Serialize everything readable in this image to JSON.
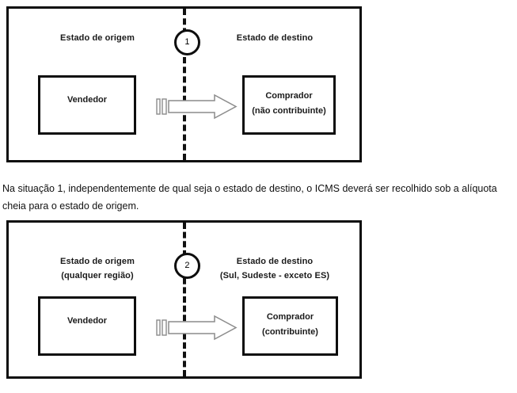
{
  "document": {
    "language": "pt-BR",
    "colors": {
      "stroke": "#0d0d0d",
      "text": "#1a1a1a",
      "background": "#ffffff",
      "arrow_outline": "#8c8c8c"
    }
  },
  "diagram_1": {
    "step_number": "1",
    "origin": {
      "label": "Estado de origem",
      "sublabel": "",
      "party_box": {
        "line1": "Vendedor",
        "line2": ""
      }
    },
    "destination": {
      "label": "Estado de destino",
      "sublabel": "",
      "party_box": {
        "line1": "Comprador",
        "line2": "(não contribuinte)"
      }
    },
    "arrow": {
      "icon": "block-arrow-right-icon",
      "direction": "left-to-right"
    },
    "divider": {
      "icon": "dashed-vertical-line-icon"
    }
  },
  "explanation": {
    "text": "Na situação 1, independentemente de qual seja o estado de destino, o ICMS deverá ser recolhido sob a alíquota cheia para o estado de origem."
  },
  "diagram_2": {
    "step_number": "2",
    "origin": {
      "label": "Estado de origem",
      "sublabel": "(qualquer região)",
      "party_box": {
        "line1": "Vendedor",
        "line2": ""
      }
    },
    "destination": {
      "label": "Estado de destino",
      "sublabel": "(Sul, Sudeste - exceto ES)",
      "party_box": {
        "line1": "Comprador",
        "line2": "(contribuinte)"
      }
    },
    "arrow": {
      "icon": "block-arrow-right-icon",
      "direction": "left-to-right"
    },
    "divider": {
      "icon": "dashed-vertical-line-icon"
    }
  }
}
